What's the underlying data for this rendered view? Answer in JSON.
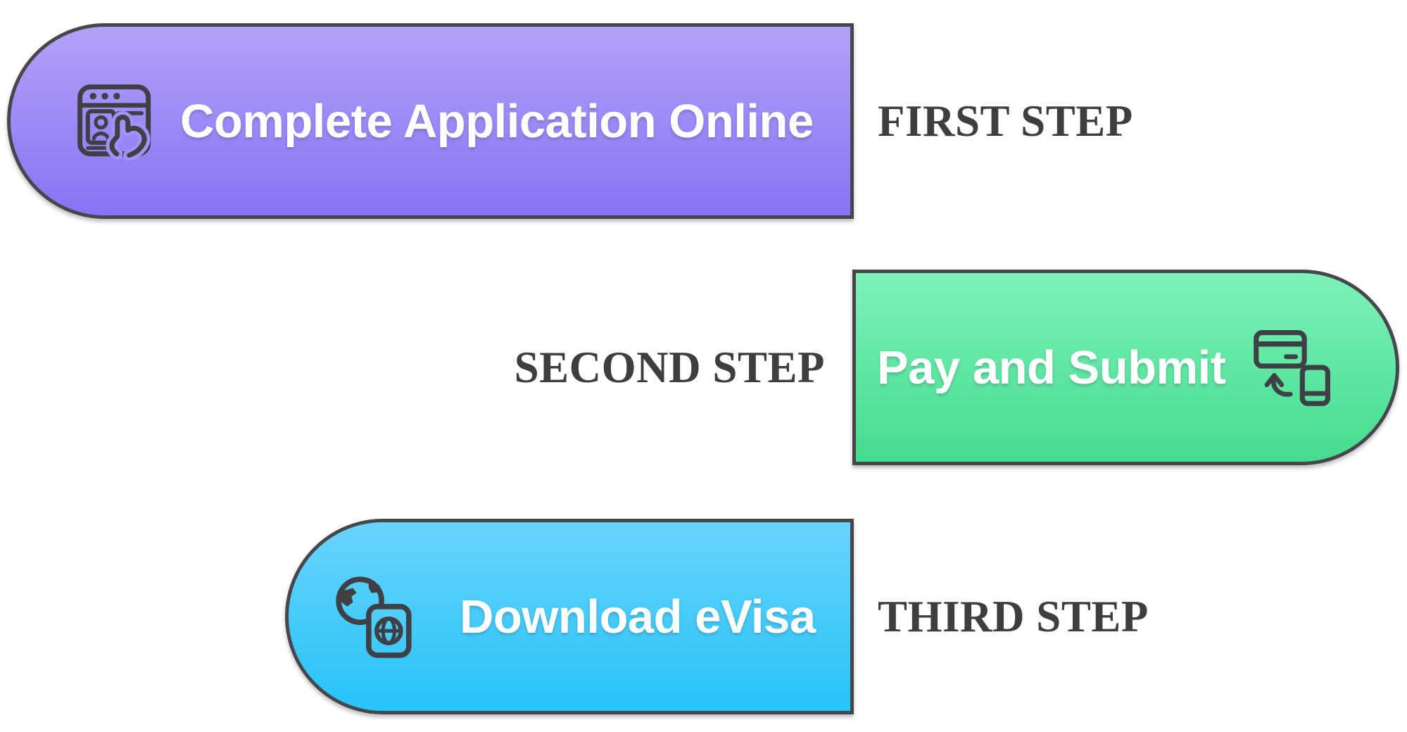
{
  "diagram": {
    "kind": "evisa-process-steps",
    "background": "#ffffff",
    "colors": {
      "outline": "#46474c",
      "label_text": "#3e3e3e",
      "title_text": "#ffffff",
      "icon_stroke": "#3f4045",
      "purple_gradient": [
        "#b3a1f7",
        "#8873f4"
      ],
      "green_gradient": [
        "#7df2b9",
        "#45dc8e"
      ],
      "blue_gradient": [
        "#69d4fc",
        "#27c3f7"
      ]
    },
    "steps": [
      {
        "label": "FIRST STEP",
        "title": "Complete Application Online",
        "icon": "application-form-icon",
        "pill_color": "purple",
        "pill_side": "left",
        "label_side": "right"
      },
      {
        "label": "SECOND STEP",
        "title": "Pay and Submit",
        "icon": "payment-transfer-icon",
        "pill_color": "green",
        "pill_side": "right",
        "label_side": "left"
      },
      {
        "label": "THIRD STEP",
        "title": "Download eVisa",
        "icon": "evisa-passport-icon",
        "pill_color": "blue",
        "pill_side": "left",
        "label_side": "right"
      }
    ]
  }
}
